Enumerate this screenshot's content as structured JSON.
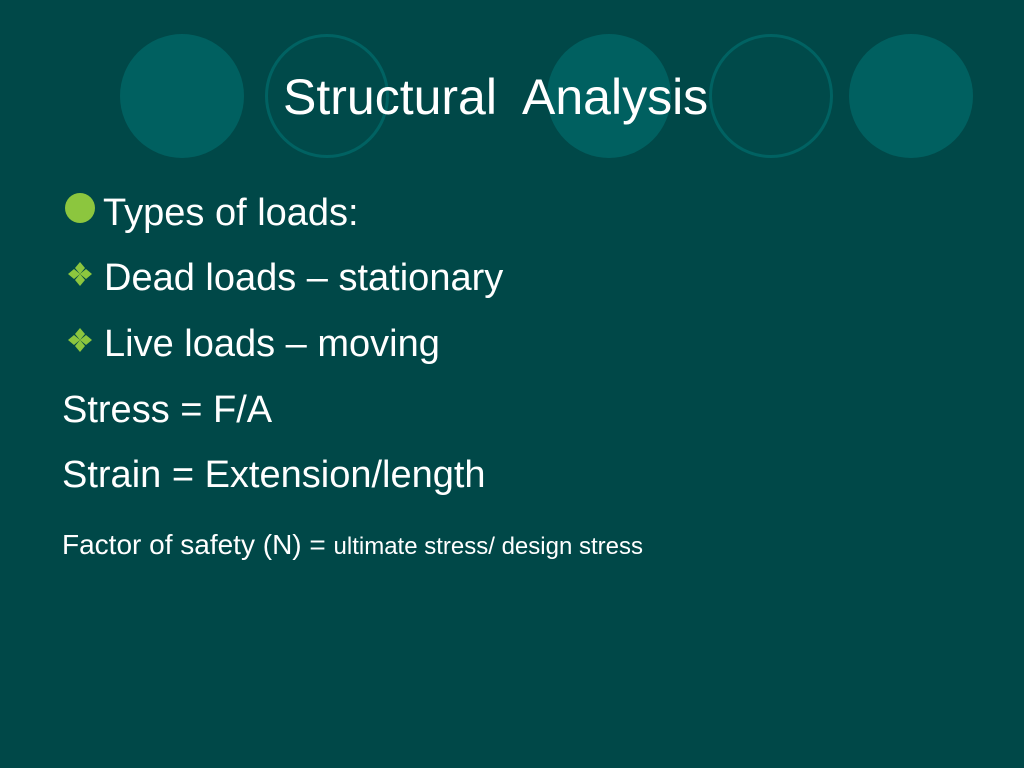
{
  "slide": {
    "title": "Structural  Analysis",
    "lines": [
      {
        "bullet": "dot",
        "text": "Types of loads:"
      },
      {
        "bullet": "diamond",
        "text": "Dead loads – stationary"
      },
      {
        "bullet": "diamond",
        "text": "Live loads – moving"
      },
      {
        "bullet": "none",
        "text": "Stress = F/A"
      },
      {
        "bullet": "none",
        "text": "Strain = Extension/length"
      }
    ],
    "factor_of_safety": {
      "label": "Factor of safety (N) = ",
      "formula": "ultimate stress/ design stress"
    }
  },
  "colors": {
    "background": "#004848",
    "circle_fill": "#006060",
    "bullet_accent": "#8cc63e",
    "text": "#ffffff"
  }
}
